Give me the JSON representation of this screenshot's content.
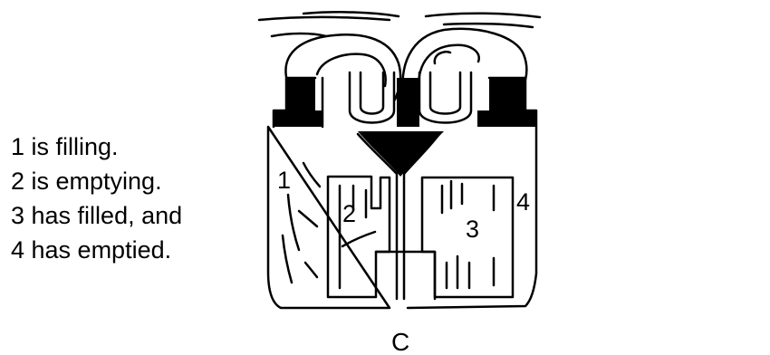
{
  "caption": {
    "lines": [
      "1 is filling.",
      "2 is emptying.",
      "3 has filled, and",
      "4 has emptied."
    ]
  },
  "diagram": {
    "compartment_labels": [
      "1",
      "2",
      "3",
      "4"
    ],
    "figure_label": "C"
  }
}
